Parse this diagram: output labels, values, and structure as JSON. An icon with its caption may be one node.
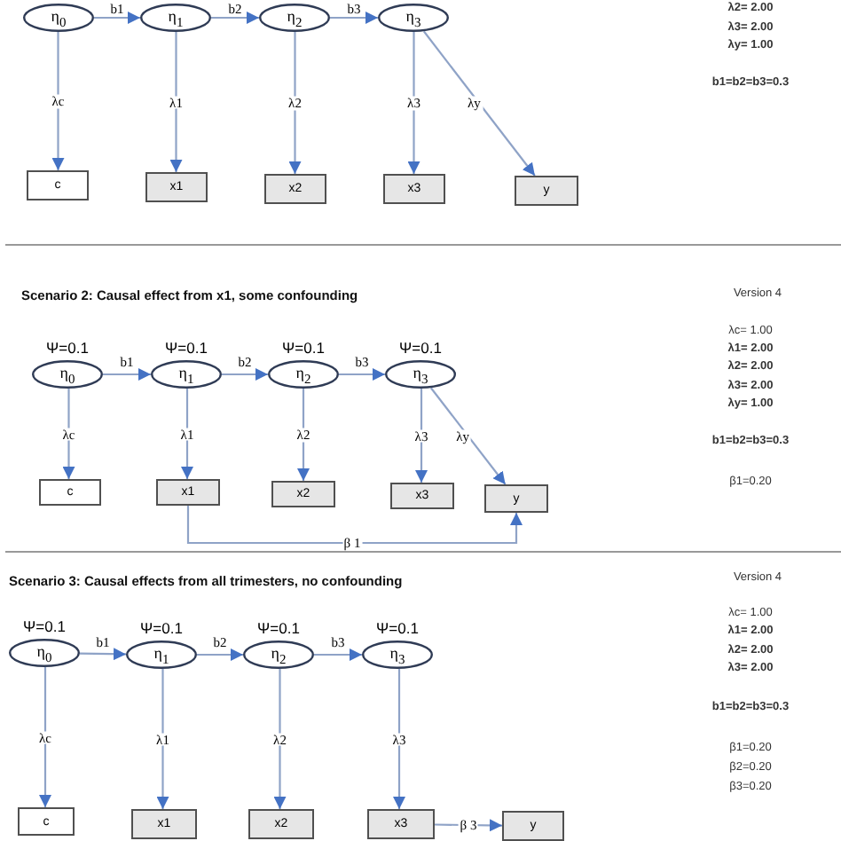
{
  "diagram": {
    "nodes": [
      {
        "text": [
          "η$_{0}$"
        ]
      },
      {
        "text": [
          "η$_{1}$"
        ]
      },
      {
        "text": [
          "η$_{2}$"
        ]
      },
      {
        "text": [
          "η$_{3}$"
        ]
      },
      {
        "text": [
          "c"
        ]
      },
      {
        "text": [
          "x1"
        ]
      },
      {
        "text": [
          "x2"
        ]
      },
      {
        "text": [
          "x3"
        ]
      },
      {
        "text": [
          "y"
        ]
      },
      {
        "text": [
          "η$_{0}$"
        ],
        "beside": [
          "Ψ=0.1"
        ]
      },
      {
        "text": [
          "η$_{1}$"
        ],
        "beside": [
          "Ψ=0.1"
        ]
      },
      {
        "text": [
          "η$_{2}$"
        ],
        "beside": [
          "Ψ=0.1"
        ]
      },
      {
        "text": [
          "η$_{3}$"
        ],
        "beside": [
          "Ψ=0.1"
        ]
      },
      {
        "text": [
          "c"
        ]
      },
      {
        "text": [
          "x1"
        ]
      },
      {
        "text": [
          "x2"
        ]
      },
      {
        "text": [
          "x3"
        ]
      },
      {
        "text": [
          "y"
        ]
      },
      {
        "text": [
          "η$_{0}$"
        ],
        "beside": [
          "Ψ=0.1"
        ]
      },
      {
        "text": [
          "η$_{1}$"
        ],
        "beside": [
          "Ψ=0.1"
        ]
      },
      {
        "text": [
          "η$_{2}$"
        ],
        "beside": [
          "Ψ=0.1"
        ]
      },
      {
        "text": [
          "η$_{3}$"
        ],
        "beside": [
          "Ψ=0.1"
        ]
      },
      {
        "text": [
          "c"
        ]
      },
      {
        "text": [
          "x1"
        ]
      },
      {
        "text": [
          "x2"
        ]
      },
      {
        "text": [
          "x3"
        ]
      },
      {
        "text": [
          "y"
        ]
      }
    ],
    "edges": [
      {
        "from": 0,
        "to": 1,
        "arrow": "to",
        "label": "b1"
      },
      {
        "from": 1,
        "to": 2,
        "arrow": "to",
        "label": "b2"
      },
      {
        "from": 2,
        "to": 3,
        "arrow": "to",
        "label": "b3"
      },
      {
        "from": 0,
        "to": 4,
        "arrow": "to",
        "label": "λc"
      },
      {
        "from": 1,
        "to": 5,
        "arrow": "to",
        "label": "λ1"
      },
      {
        "from": 2,
        "to": 6,
        "arrow": "to",
        "label": "λ2"
      },
      {
        "from": 3,
        "to": 7,
        "arrow": "to",
        "label": "λ3"
      },
      {
        "from": 3,
        "to": 8,
        "arrow": "to",
        "label": "λy"
      },
      {
        "from": 9,
        "to": 10,
        "arrow": "to",
        "label": "b1"
      },
      {
        "from": 10,
        "to": 11,
        "arrow": "to",
        "label": "b2"
      },
      {
        "from": 11,
        "to": 12,
        "arrow": "to",
        "label": "b3"
      },
      {
        "from": 9,
        "to": 13,
        "arrow": "to",
        "label": "λc"
      },
      {
        "from": 10,
        "to": 14,
        "arrow": "to",
        "label": "λ1"
      },
      {
        "from": 11,
        "to": 15,
        "arrow": "to",
        "label": "λ2"
      },
      {
        "from": 12,
        "to": 16,
        "arrow": "to",
        "label": "λ3"
      },
      {
        "from": 12,
        "to": 17,
        "arrow": "to",
        "label": "λy"
      },
      {
        "from": 14,
        "to": 17,
        "arrow": "to",
        "label": "β 1"
      },
      {
        "from": 18,
        "to": 19,
        "arrow": "to",
        "label": "b1"
      },
      {
        "from": 19,
        "to": 20,
        "arrow": "to",
        "label": "b2"
      },
      {
        "from": 20,
        "to": 21,
        "arrow": "to",
        "label": "b3"
      },
      {
        "from": 18,
        "to": 22,
        "arrow": "to",
        "label": "λc"
      },
      {
        "from": 19,
        "to": 23,
        "arrow": "to",
        "label": "λ1"
      },
      {
        "from": 20,
        "to": 24,
        "arrow": "to",
        "label": "λ2"
      },
      {
        "from": 21,
        "to": 25,
        "arrow": "to",
        "label": "λ3"
      },
      {
        "from": 25,
        "to": 26,
        "arrow": "to",
        "label": "β 3"
      }
    ],
    "labels": [
      "λ2= 2.00",
      "λ3= 2.00",
      "λy= 1.00",
      "b1=b2=b3=0.3",
      "Scenario 2: Causal effect from x1, some confounding",
      "Version 4",
      "λc= 1.00",
      "λ1= 2.00",
      "λ2= 2.00",
      "λ3= 2.00",
      "λy= 1.00",
      "b1=b2=b3=0.3",
      "β1=0.20",
      "Scenario 3: Causal effects from all trimesters, no confounding",
      "Version 4",
      "λc= 1.00",
      "λ1= 2.00",
      "λ2= 2.00",
      "λ3= 2.00",
      "b1=b2=b3=0.3",
      "β1=0.20",
      "β2=0.20",
      "β3=0.20"
    ]
  }
}
